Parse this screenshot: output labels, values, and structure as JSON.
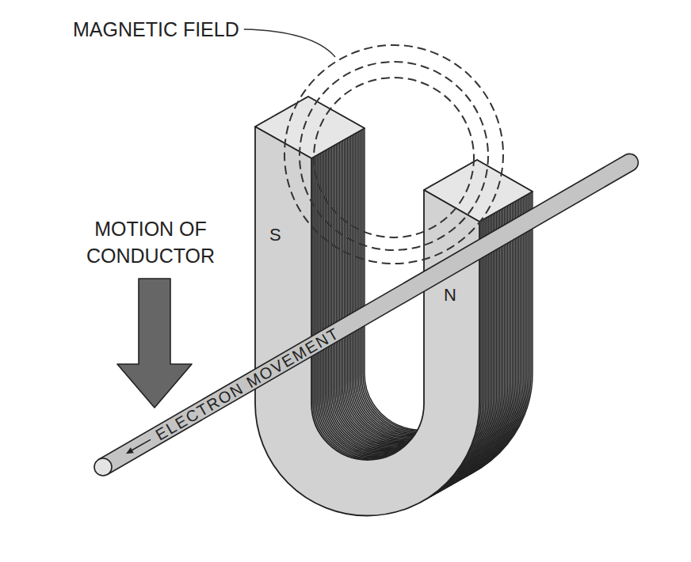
{
  "diagram": {
    "labels": [
      "MAGNETIC FIELD",
      "MOTION OF CONDUCTOR",
      "S",
      "N",
      "ELECTRON MOVEMENT"
    ]
  }
}
